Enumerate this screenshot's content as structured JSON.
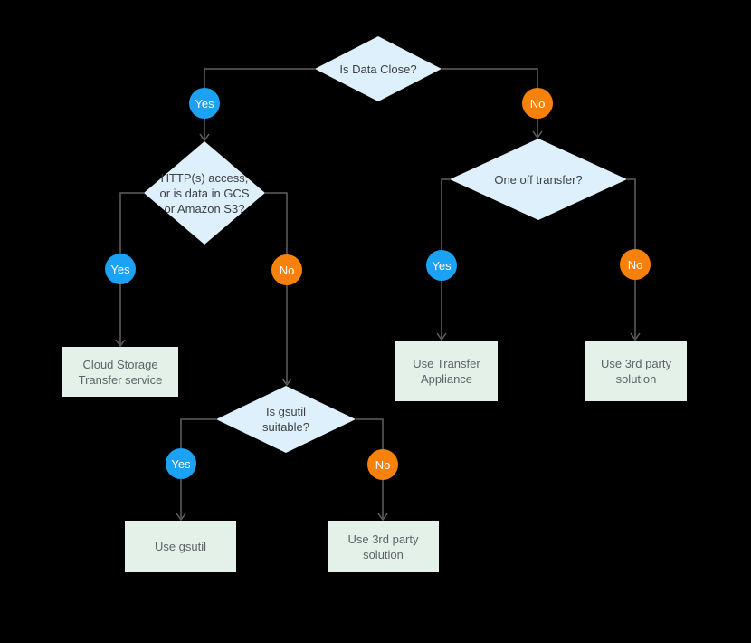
{
  "flowchart": {
    "decisions": [
      {
        "id": "is-data-close",
        "label": "Is Data Close?"
      },
      {
        "id": "http-gcs-s3",
        "label": "HTTP(s) access,\nor is data in GCS\nor Amazon S3?"
      },
      {
        "id": "one-off-transfer",
        "label": "One off transfer?"
      },
      {
        "id": "is-gsutil-suitable",
        "label": "Is gsutil\nsuitable?"
      }
    ],
    "branch_labels": {
      "yes": "Yes",
      "no": "No"
    },
    "outcomes": [
      {
        "id": "cloud-storage-transfer-service",
        "label": "Cloud Storage\nTransfer service"
      },
      {
        "id": "use-transfer-appliance",
        "label": "Use Transfer\nAppliance"
      },
      {
        "id": "use-3rd-party-solution-one-off",
        "label": "Use 3rd party\nsolution"
      },
      {
        "id": "use-gsutil",
        "label": "Use gsutil"
      },
      {
        "id": "use-3rd-party-solution-gsutil",
        "label": "Use 3rd party\nsolution"
      }
    ],
    "edges": [
      {
        "from": "is-data-close",
        "branch": "Yes",
        "to": "http-gcs-s3"
      },
      {
        "from": "is-data-close",
        "branch": "No",
        "to": "one-off-transfer"
      },
      {
        "from": "http-gcs-s3",
        "branch": "Yes",
        "to": "cloud-storage-transfer-service"
      },
      {
        "from": "http-gcs-s3",
        "branch": "No",
        "to": "is-gsutil-suitable"
      },
      {
        "from": "one-off-transfer",
        "branch": "Yes",
        "to": "use-transfer-appliance"
      },
      {
        "from": "one-off-transfer",
        "branch": "No",
        "to": "use-3rd-party-solution-one-off"
      },
      {
        "from": "is-gsutil-suitable",
        "branch": "Yes",
        "to": "use-gsutil"
      },
      {
        "from": "is-gsutil-suitable",
        "branch": "No",
        "to": "use-3rd-party-solution-gsutil"
      }
    ],
    "colors": {
      "yes_badge": "#1CA2F4",
      "no_badge": "#F8810C",
      "decision_fill": "#DEF0FB",
      "outcome_fill": "#E3F1E9",
      "connector": "#616161",
      "decision_text": "#3C4043",
      "outcome_text": "#5F6368",
      "badge_text": "#FFFFFF",
      "background": "#000000"
    }
  }
}
